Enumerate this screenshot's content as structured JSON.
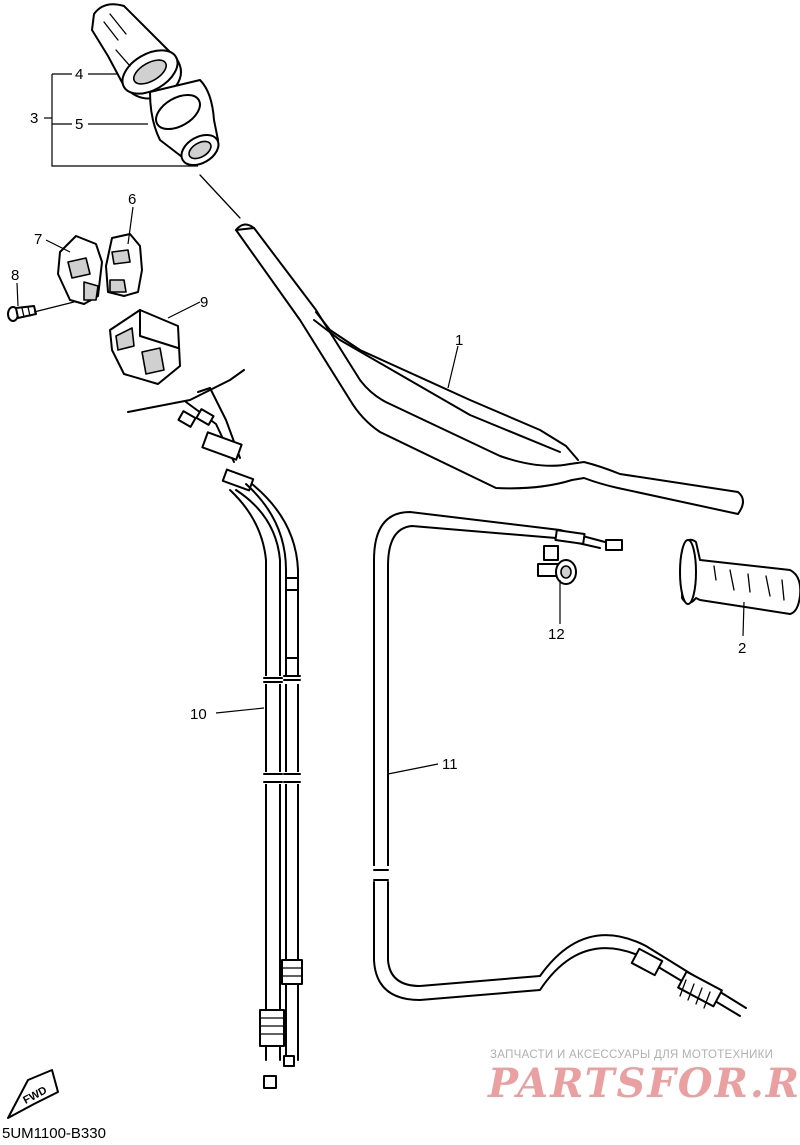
{
  "callouts": {
    "c1": "1",
    "c2": "2",
    "c3": "3",
    "c4": "4",
    "c5": "5",
    "c6": "6",
    "c7": "7",
    "c8": "8",
    "c9": "9",
    "c10": "10",
    "c11": "11",
    "c12": "12"
  },
  "fwd_label": "FWD",
  "diagram_code": "5UM1100-B330",
  "watermark": {
    "tagline": "ЗАПЧАСТИ И АКСЕССУАРЫ ДЛЯ МОТОТЕХНИКИ",
    "logo": "PARTSFOR.RU"
  }
}
